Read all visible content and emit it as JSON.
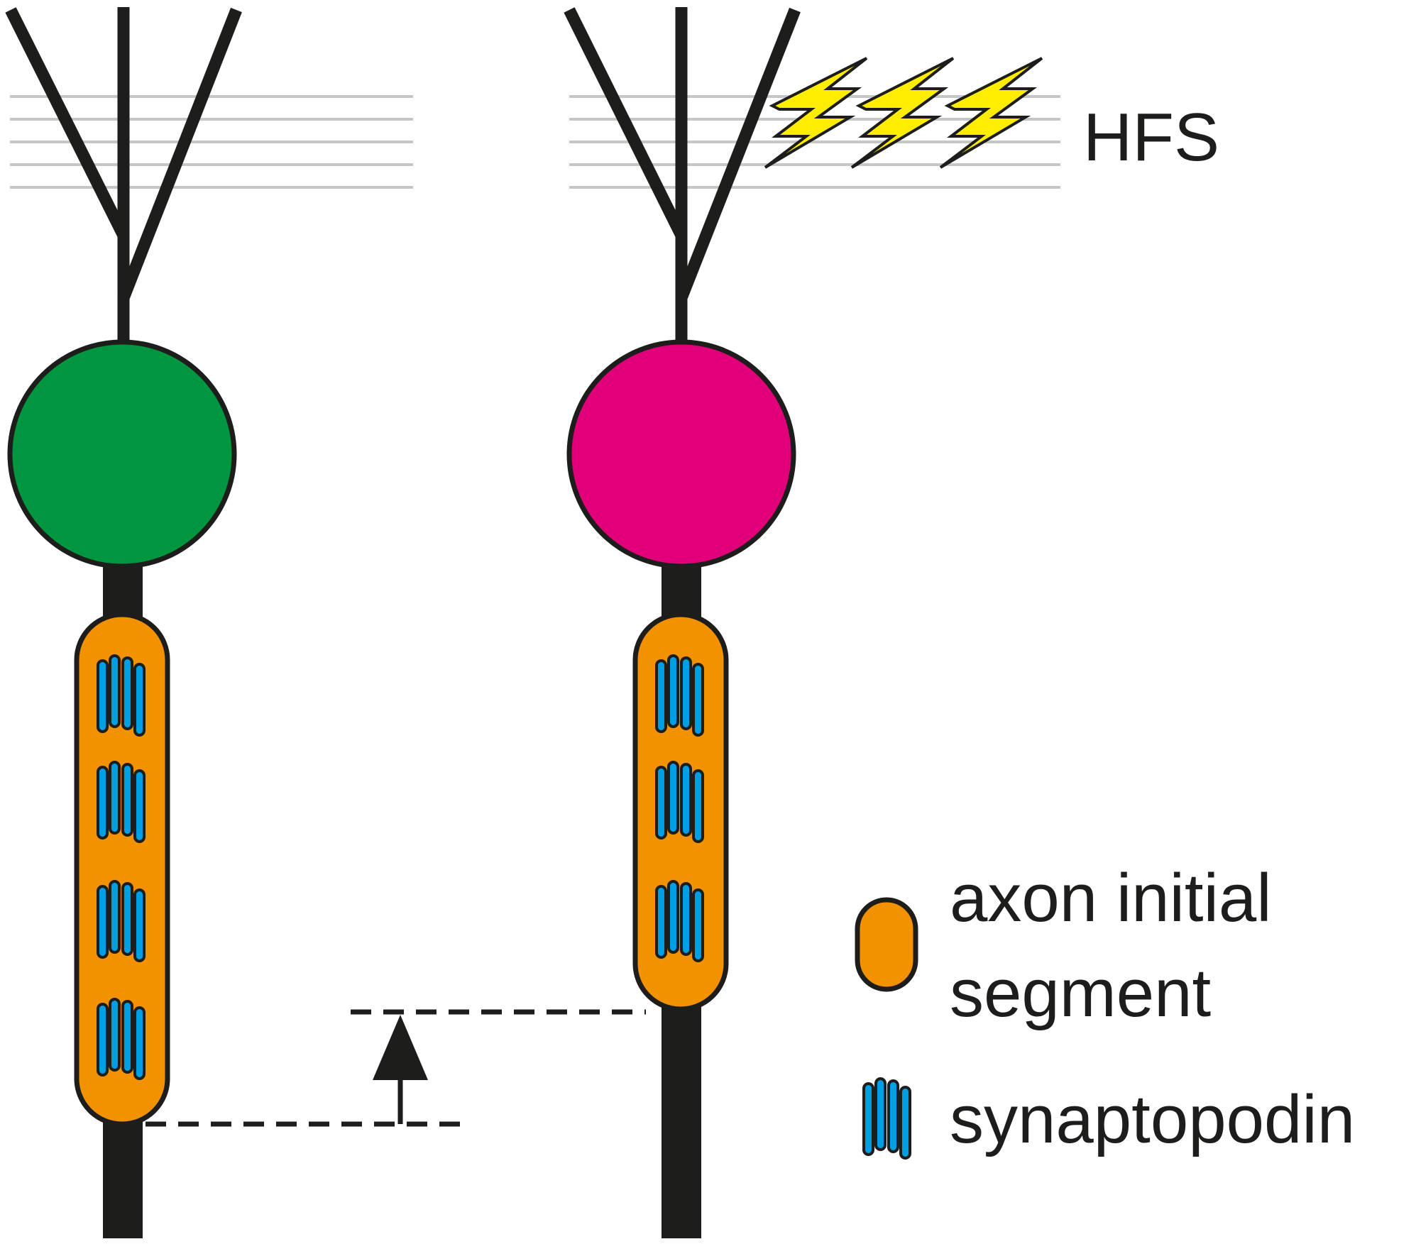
{
  "labels": {
    "stimulus": "HFS",
    "legend_ais_line1": "axon initial",
    "legend_ais_line2": "segment",
    "legend_synpo": "synaptopodin"
  },
  "colors": {
    "outline": "#1d1d1b",
    "lamina_lines": "#c6c6c6",
    "soma_control": "#009640",
    "soma_stimulated": "#e2007a",
    "axon_initial_segment": "#f39200",
    "synaptopodin": "#009fe3",
    "lightning": "#ffed00"
  },
  "icons": {
    "stimulation": "lightning-bolt-icon",
    "shift": "arrow-up-icon"
  },
  "neurons": [
    {
      "condition": "control",
      "synaptopodin_clusters": 4
    },
    {
      "condition": "HFS",
      "synaptopodin_clusters": 3
    }
  ]
}
